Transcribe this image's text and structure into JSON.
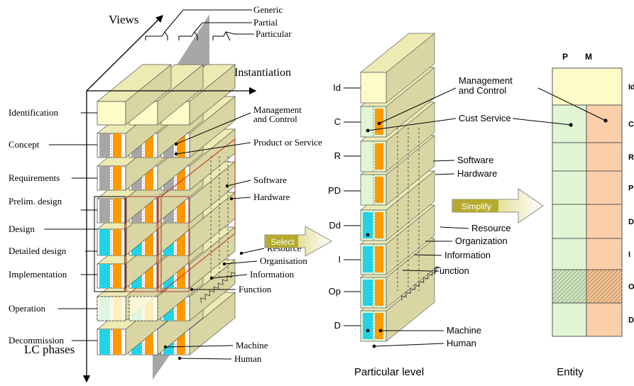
{
  "left": {
    "views_title": "Views",
    "instantiation_title": "Instantiation",
    "lc_phases_title": "LC phases",
    "view_labels": [
      "Generic",
      "Partial",
      "Particular"
    ],
    "phase_labels": [
      "Identification",
      "Concept",
      "Requirements",
      "Prelim. design",
      "Design",
      "Detailed design",
      "Implementation",
      "Operation",
      "Decommission"
    ],
    "right_labels": [
      "Management\nand Control",
      "Product or Service",
      "Software",
      "Hardware",
      "Resource",
      "Organisation",
      "Information",
      "Function",
      "Machine",
      "Human"
    ]
  },
  "select_label": "Select",
  "middle": {
    "caption": "Particular level",
    "phase_labels": [
      "Id",
      "C",
      "R",
      "PD",
      "Dd",
      "I",
      "Op",
      "D"
    ],
    "right_labels": [
      "Management\nand Control",
      "Cust Service",
      "Software",
      "Hardware",
      "Resource",
      "Organization",
      "Information",
      "Function",
      "Machine",
      "Human"
    ]
  },
  "simplify_label": "Simplify",
  "right": {
    "caption": "Entity",
    "col_headers": [
      "P",
      "M"
    ],
    "row_labels": [
      "Id",
      "C",
      "R",
      "P",
      "D",
      "I",
      "O",
      "D"
    ]
  },
  "colors": {
    "yellow_block": "#fdfbc8",
    "side_face": "#d9d6a3",
    "top_face": "#eeeab4",
    "orange": "#ff9900",
    "cyan": "#22d3e6",
    "gray": "#a6a6a6",
    "light_green": "#e0f5d4",
    "peach": "#fbcfa9",
    "entity_yellow": "#fdfbc8",
    "arrow_fill": "#c8bd52"
  }
}
